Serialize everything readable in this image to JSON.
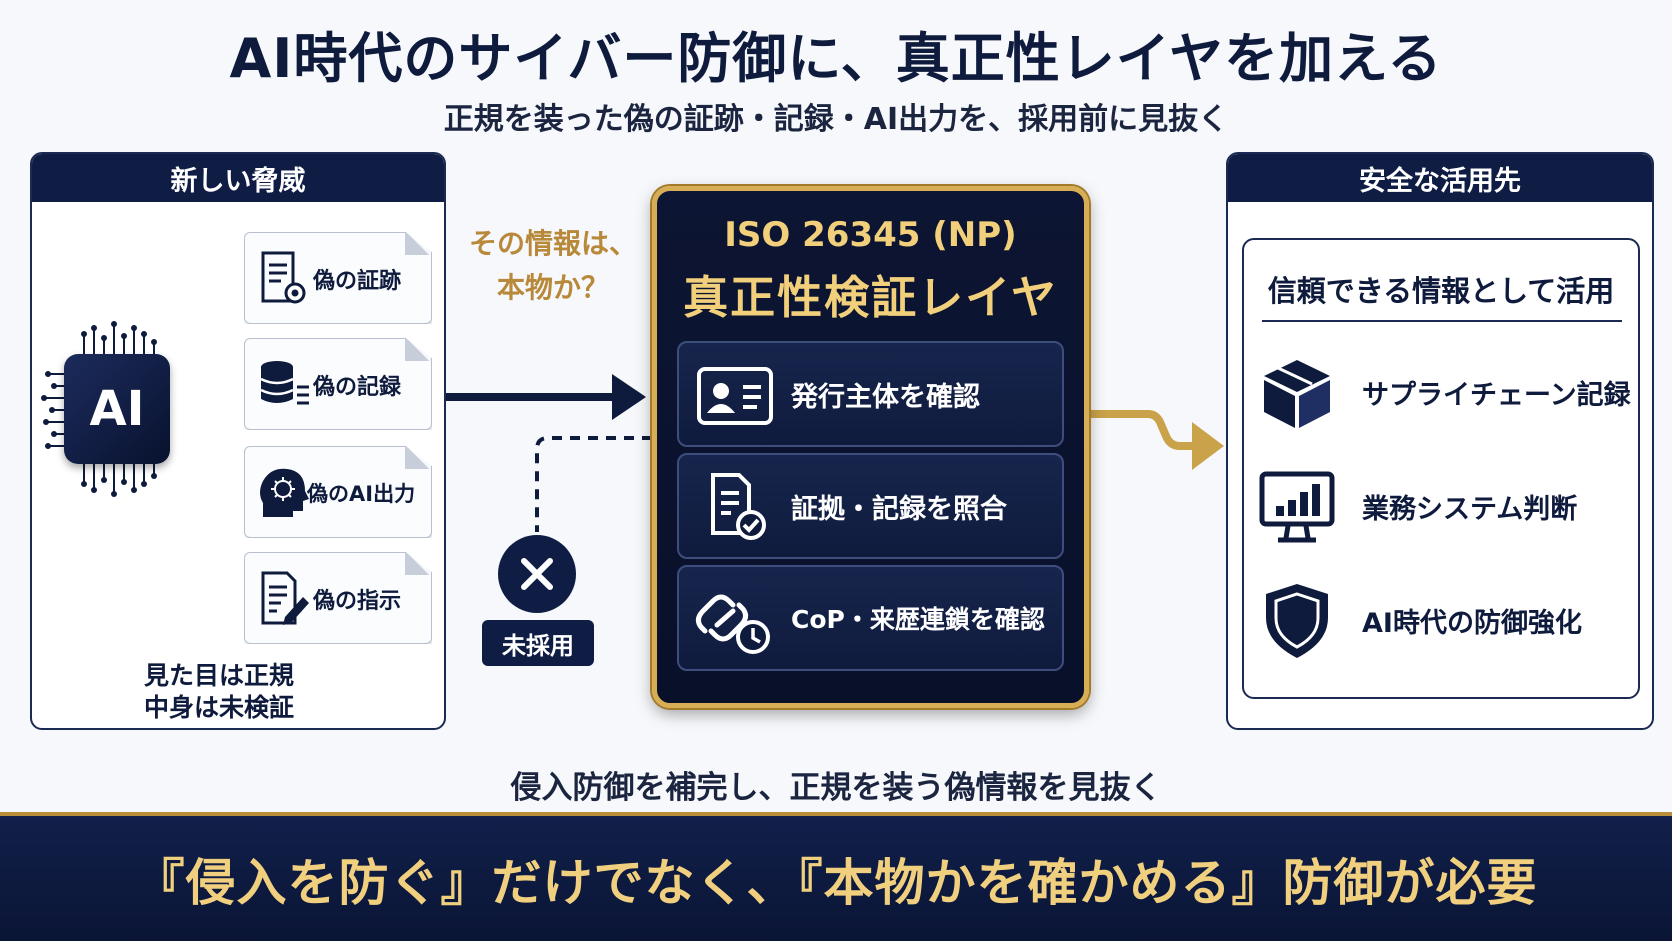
{
  "header": {
    "title": "AI時代のサイバー防御に、真正性レイヤを加える",
    "subtitle": "正規を装った偽の証跡・記録・AI出力を、採用前に見抜く"
  },
  "left_panel": {
    "heading": "新しい脅威",
    "ai_label": "AI",
    "threats": [
      {
        "label": "偽の証跡",
        "icon": "certificate-document-icon"
      },
      {
        "label": "偽の記録",
        "icon": "database-list-icon"
      },
      {
        "label": "偽のAI出力",
        "icon": "ai-head-icon"
      },
      {
        "label": "偽の指示",
        "icon": "document-pen-icon"
      }
    ],
    "note_line1": "見た目は正規",
    "note_line2": "中身は未検証"
  },
  "center": {
    "question_line1": "その情報は、",
    "question_line2": "本物か？",
    "title_line1": "ISO 26345 (NP)",
    "title_line2": "真正性検証レイヤ",
    "steps": [
      {
        "label": "発行主体を確認",
        "icon": "id-card-icon"
      },
      {
        "label": "証拠・記録を照合",
        "icon": "document-check-icon"
      },
      {
        "label": "CoP・来歴連鎖を確認",
        "icon": "chain-clock-icon"
      }
    ],
    "reject_label": "未採用"
  },
  "right_panel": {
    "heading": "安全な活用先",
    "inner_heading": "信頼できる情報として活用",
    "uses": [
      {
        "label": "サプライチェーン記録",
        "icon": "box-icon"
      },
      {
        "label": "業務システム判断",
        "icon": "monitor-chart-icon"
      },
      {
        "label": "AI時代の防御強化",
        "icon": "shield-icon"
      }
    ]
  },
  "bottom_caption": "侵入防御を補完し、正規を装う偽情報を見抜く",
  "footer_text": "『侵入を防ぐ』だけでなく、『本物かを確かめる』防御が必要",
  "colors": {
    "navy": "#0f1d45",
    "gold": "#d7ae55",
    "gold_text": "#f1cf7b",
    "question_gold": "#b8893a"
  }
}
